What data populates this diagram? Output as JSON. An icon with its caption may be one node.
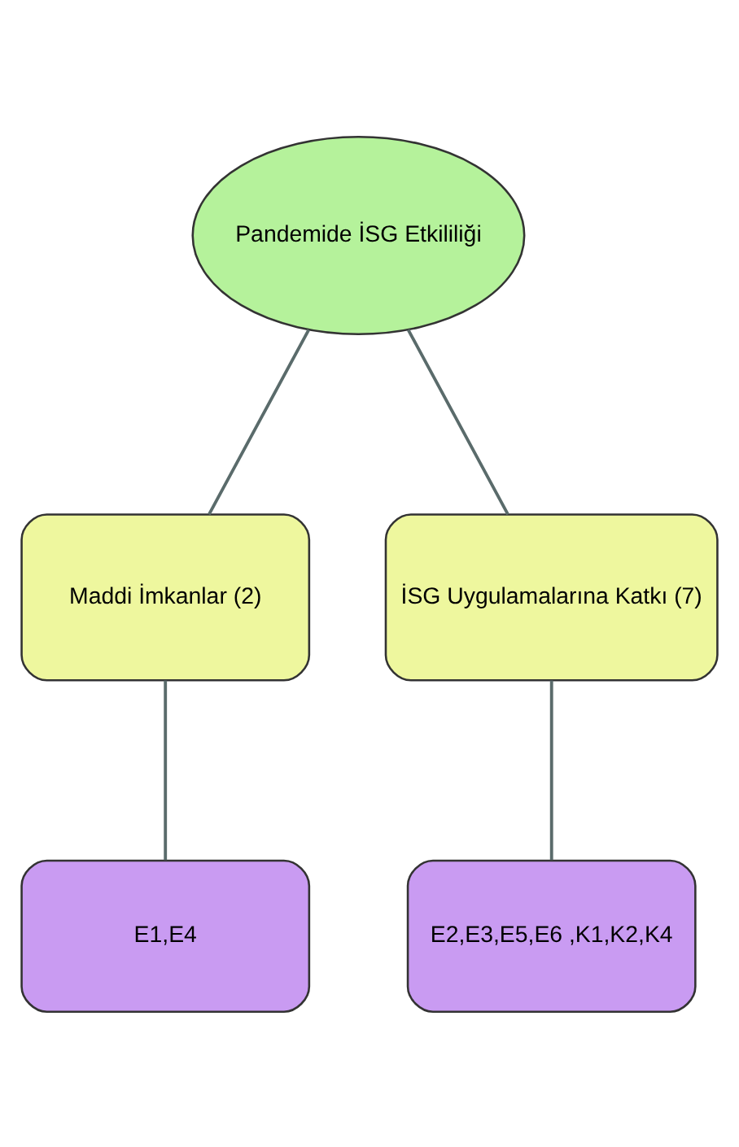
{
  "diagram": {
    "nodes": [
      {
        "text": [
          "Pandemide İSG Etkililiği"
        ]
      },
      {
        "text": [
          "Maddi İmkanlar (2)"
        ]
      },
      {
        "text": [
          "İSG Uygulamalarına Katkı (7)"
        ]
      },
      {
        "text": [
          "E1,E4"
        ]
      },
      {
        "text": [
          "E2,E3,E5,E6 ,K1,K2,K4"
        ]
      }
    ],
    "edges": [
      {
        "from": 0,
        "to": 1,
        "arrow": "none"
      },
      {
        "from": 0,
        "to": 2,
        "arrow": "none"
      },
      {
        "from": 1,
        "to": 3,
        "arrow": "none"
      },
      {
        "from": 2,
        "to": 4,
        "arrow": "none"
      }
    ]
  }
}
